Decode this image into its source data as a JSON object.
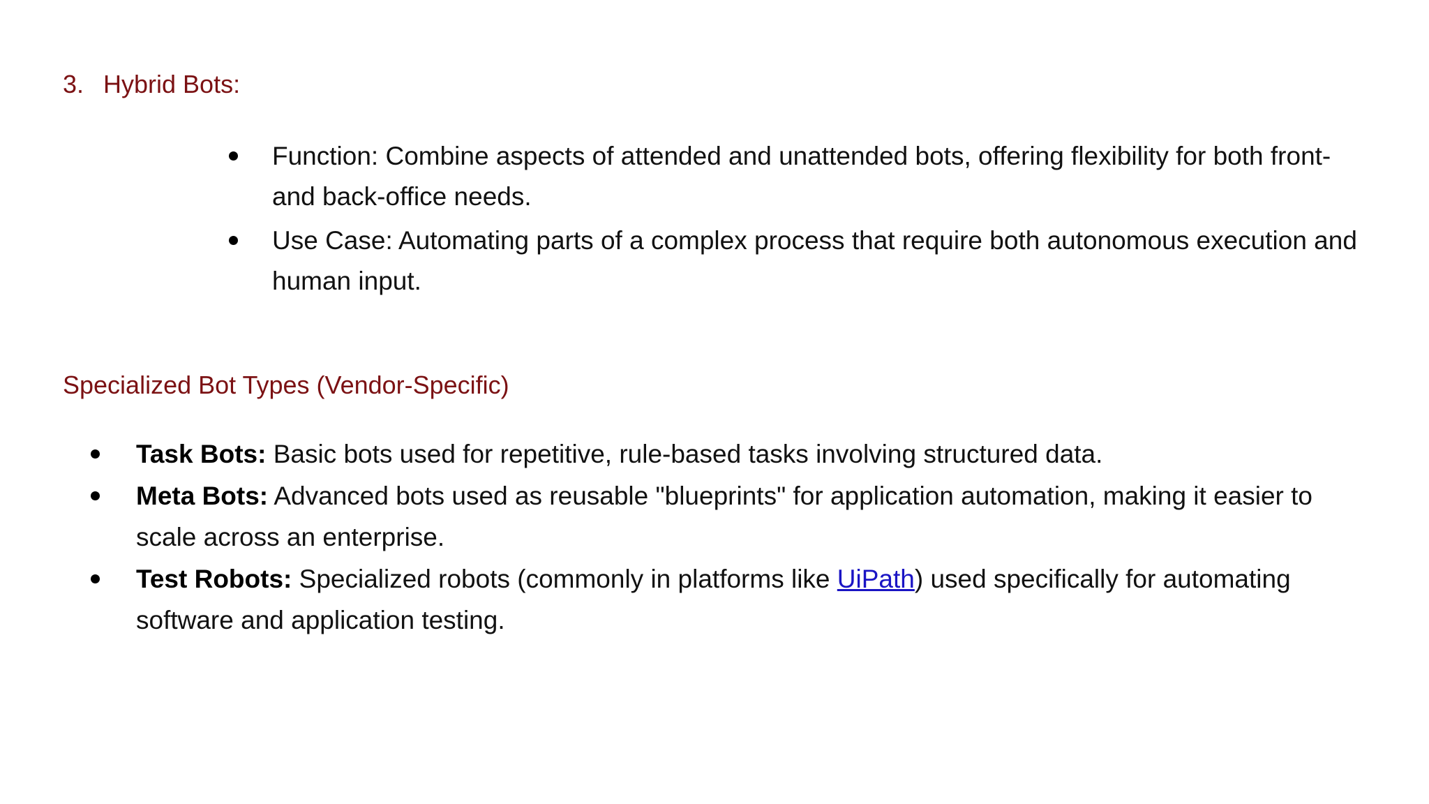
{
  "document": {
    "background_color": "#ffffff",
    "heading_color": "#7B1113",
    "body_text_color": "#111111",
    "link_color": "#1a14c4"
  },
  "numbered_heading": {
    "number": "3.",
    "text": "Hybrid Bots:"
  },
  "hybrid_bullets": [
    {
      "lead": "Function:",
      "text": "Function: Combine aspects of attended and unattended bots, offering flexibility for both front- and back-office needs."
    },
    {
      "lead": "Use Case:",
      "text": "Use Case: Automating parts of a complex process that require both autonomous execution and human input."
    }
  ],
  "section_heading": {
    "text": "Specialized Bot Types (Vendor-Specific)"
  },
  "specialized_bullets": [
    {
      "lead": "Task Bots:",
      "rest": " Basic bots used for repetitive, rule-based tasks involving structured data.",
      "has_link": false
    },
    {
      "lead": "Meta Bots:",
      "rest": " Advanced bots used as reusable \"blueprints\" for application automation, making it easier to scale across an enterprise.",
      "has_link": false
    },
    {
      "lead": "Test Robots:",
      "rest_before_link": " Specialized robots (commonly in platforms like ",
      "link_text": "UiPath",
      "rest_after_link": ") used specifically for automating software and application testing.",
      "has_link": true
    }
  ]
}
